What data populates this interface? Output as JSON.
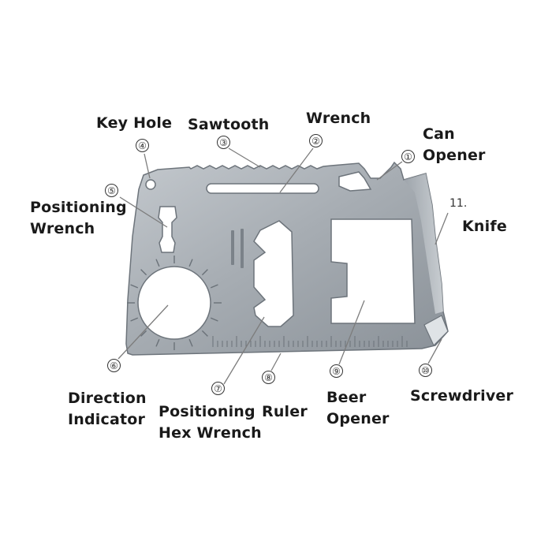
{
  "colors": {
    "card_light": "#b9bec3",
    "card_dark": "#7f868d",
    "leader": "#7d7d7d",
    "text": "#1a1a1a"
  },
  "parts": [
    {
      "id": "key-hole",
      "marker": "④",
      "lines": [
        "Key Hole"
      ]
    },
    {
      "id": "sawtooth",
      "marker": "③",
      "lines": [
        "Sawtooth"
      ]
    },
    {
      "id": "wrench",
      "marker": "②",
      "lines": [
        "Wrench"
      ]
    },
    {
      "id": "can-opener",
      "marker": "①",
      "lines": [
        "Can",
        "Opener"
      ]
    },
    {
      "id": "knife",
      "marker": "11.",
      "lines": [
        "Knife"
      ]
    },
    {
      "id": "positioning-wrench",
      "marker": "⑤",
      "lines": [
        "Positioning",
        "Wrench"
      ]
    },
    {
      "id": "direction-indicator",
      "marker": "⑥",
      "lines": [
        "Direction",
        "Indicator"
      ]
    },
    {
      "id": "positioning-hex-wrench",
      "marker": "⑦",
      "lines": [
        "Positioning",
        "Hex Wrench"
      ]
    },
    {
      "id": "ruler",
      "marker": "⑧",
      "lines": [
        "Ruler"
      ]
    },
    {
      "id": "beer-opener",
      "marker": "⑨",
      "lines": [
        "Beer",
        "Opener"
      ]
    },
    {
      "id": "screwdriver",
      "marker": "⑩",
      "lines": [
        "Screwdriver"
      ]
    }
  ]
}
